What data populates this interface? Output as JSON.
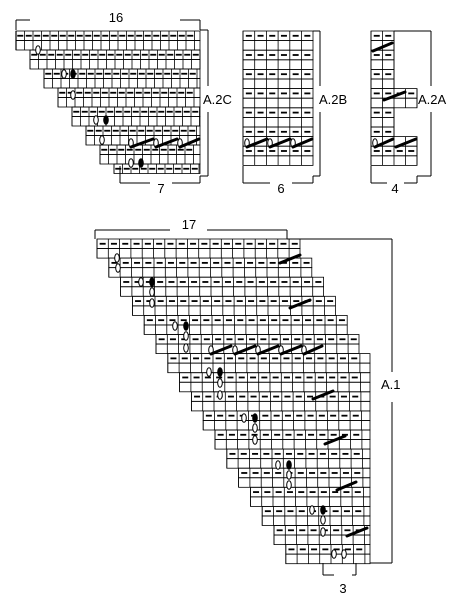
{
  "diagrams": [
    {
      "id": "A.2C",
      "label": "A.2C",
      "top_count": "16",
      "bottom_count": "7"
    },
    {
      "id": "A.2B",
      "label": "A.2B",
      "bottom_count": "6"
    },
    {
      "id": "A.2A",
      "label": "A.2A",
      "bottom_count": "4"
    },
    {
      "id": "A.1",
      "label": "A.1",
      "top_count": "17",
      "bottom_count": "3"
    }
  ],
  "symbol_legend": [
    "purl",
    "knit",
    "yarn-over",
    "dark-yarn-over",
    "k2tog"
  ],
  "colors": {
    "line": "#000000",
    "background": "#ffffff"
  }
}
